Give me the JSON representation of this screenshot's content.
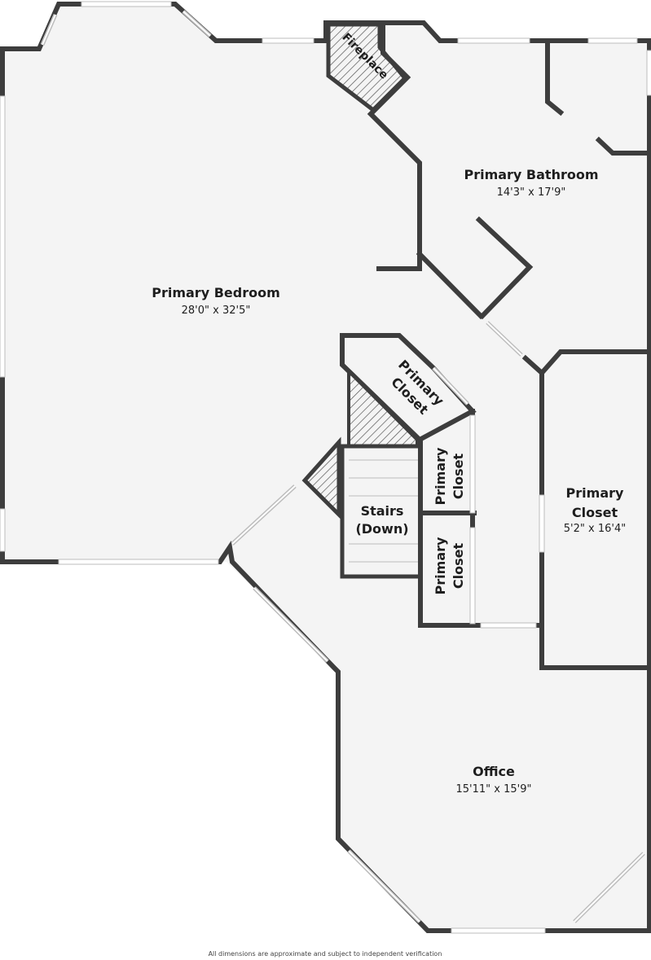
{
  "rooms": {
    "bedroom": {
      "name": "Primary Bedroom",
      "dim": "28'0\" x 32'5\""
    },
    "bathroom": {
      "name": "Primary Bathroom",
      "dim": "14'3\" x 17'9\""
    },
    "closet_large": {
      "name_line1": "Primary",
      "name_line2": "Closet",
      "dim": "5'2\" x 16'4\""
    },
    "closet_diag": {
      "name_line1": "Primary",
      "name_line2": "Closet"
    },
    "closet_upper": {
      "name_line1": "Primary",
      "name_line2": "Closet"
    },
    "closet_lower": {
      "name_line1": "Primary",
      "name_line2": "Closet"
    },
    "office": {
      "name": "Office",
      "dim": "15'11\" x 15'9\""
    },
    "fireplace": {
      "name": "Fireplace"
    },
    "stairs": {
      "line1": "Stairs",
      "line2": "(Down)"
    }
  },
  "footer": {
    "disclaimer": "All dimensions are approximate and subject to independent verification"
  },
  "colors": {
    "wall": "#3d3d3d",
    "floor": "#f4f4f4",
    "hatch": "#555555",
    "window": "#bdbdbd"
  }
}
